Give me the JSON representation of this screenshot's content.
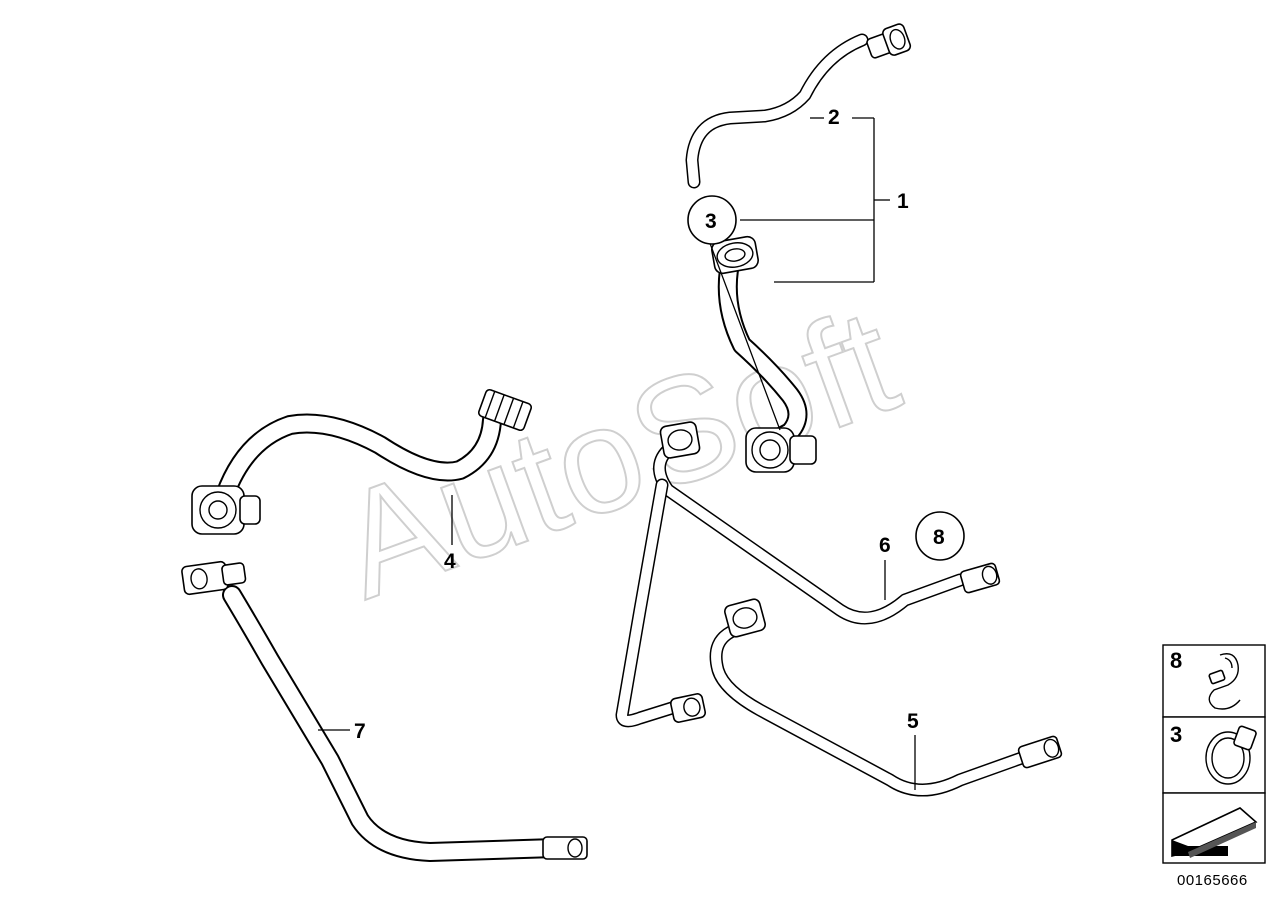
{
  "watermark": "AutoSoft",
  "document_id": "00165666",
  "callouts": [
    {
      "id": "1",
      "label": "1"
    },
    {
      "id": "2",
      "label": "2"
    },
    {
      "id": "3",
      "label": "3"
    },
    {
      "id": "4",
      "label": "4"
    },
    {
      "id": "5",
      "label": "5"
    },
    {
      "id": "6",
      "label": "6"
    },
    {
      "id": "7",
      "label": "7"
    },
    {
      "id": "8",
      "label": "8"
    }
  ],
  "legend": {
    "items": [
      {
        "label": "8",
        "icon": "hose-clip-icon"
      },
      {
        "label": "3",
        "icon": "hose-clamp-icon"
      }
    ],
    "footer_icon": "arrow-direction-icon"
  }
}
